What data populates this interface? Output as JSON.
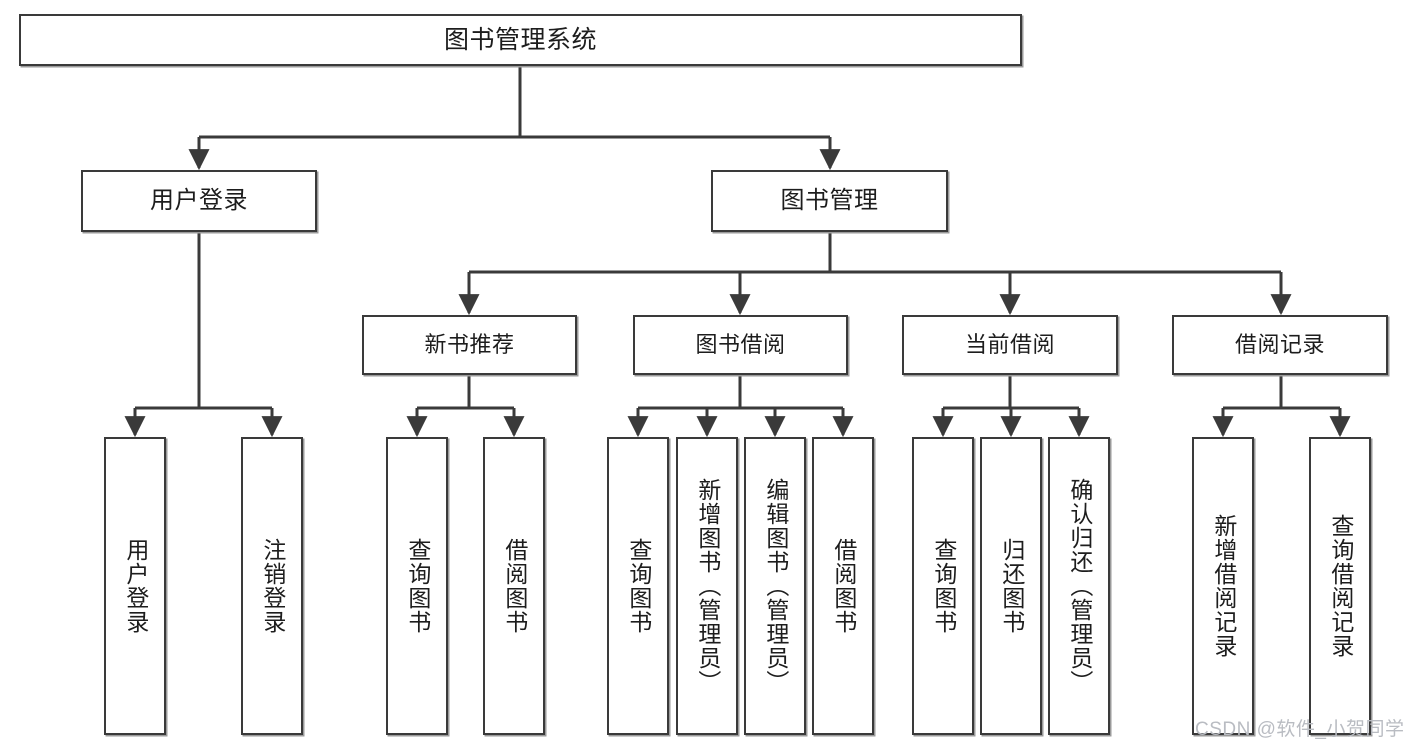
{
  "diagram": {
    "type": "tree-hierarchy",
    "title": "图书管理系统",
    "orientation": "top-down",
    "colors": {
      "box_border": "#3a3a3a",
      "box_fill": "#ffffff",
      "connector": "#3a3a3a",
      "text": "#1d1d1d",
      "watermark": "#b9bcc2"
    },
    "root": {
      "label": "图书管理系统"
    },
    "level1": [
      {
        "label": "用户登录"
      },
      {
        "label": "图书管理"
      }
    ],
    "level2": [
      {
        "label": "新书推荐"
      },
      {
        "label": "图书借阅"
      },
      {
        "label": "当前借阅"
      },
      {
        "label": "借阅记录"
      }
    ],
    "leaves": {
      "user_login": [
        {
          "label": "用户登录"
        },
        {
          "label": "注销登录"
        }
      ],
      "new_book_recommend": [
        {
          "label": "查询图书"
        },
        {
          "label": "借阅图书"
        }
      ],
      "book_borrow": [
        {
          "label": "查询图书"
        },
        {
          "label": "新增图书（管理员）"
        },
        {
          "label": "编辑图书（管理员）"
        },
        {
          "label": "借阅图书"
        }
      ],
      "current_borrow": [
        {
          "label": "查询图书"
        },
        {
          "label": "归还图书"
        },
        {
          "label": "确认归还（管理员）"
        }
      ],
      "borrow_record": [
        {
          "label": "新增借阅记录"
        },
        {
          "label": "查询借阅记录"
        }
      ]
    }
  },
  "watermark": {
    "text": "CSDN @软件_小贺同学"
  }
}
